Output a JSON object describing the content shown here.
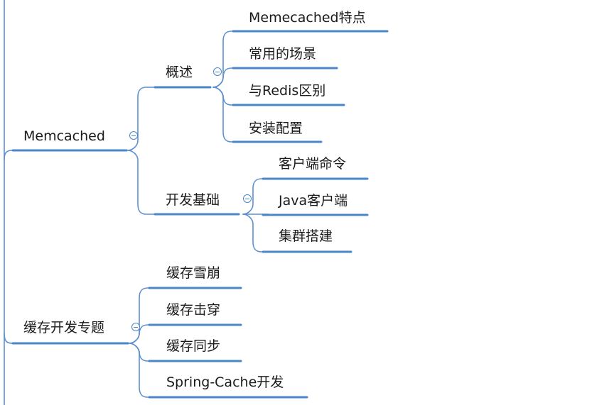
{
  "mindmap": {
    "branches": [
      {
        "label": "Memcached",
        "collapse_icon": "collapse-minus-icon",
        "children": [
          {
            "label": "概述",
            "collapse_icon": "collapse-minus-icon",
            "children": [
              "Memecached特点",
              "常用的场景",
              "与Redis区别",
              "安装配置"
            ]
          },
          {
            "label": "开发基础",
            "collapse_icon": "collapse-minus-icon",
            "children": [
              "客户端命令",
              "Java客户端",
              "集群搭建"
            ]
          }
        ]
      },
      {
        "label": "缓存开发专题",
        "collapse_icon": "collapse-minus-icon",
        "children": [
          "缓存雪崩",
          "缓存击穿",
          "缓存同步",
          "Spring-Cache开发"
        ]
      }
    ]
  },
  "colors": {
    "line": "#5b8fd2",
    "underline": "#4a86c8",
    "text": "#1a1a1a",
    "background": "#ffffff"
  }
}
